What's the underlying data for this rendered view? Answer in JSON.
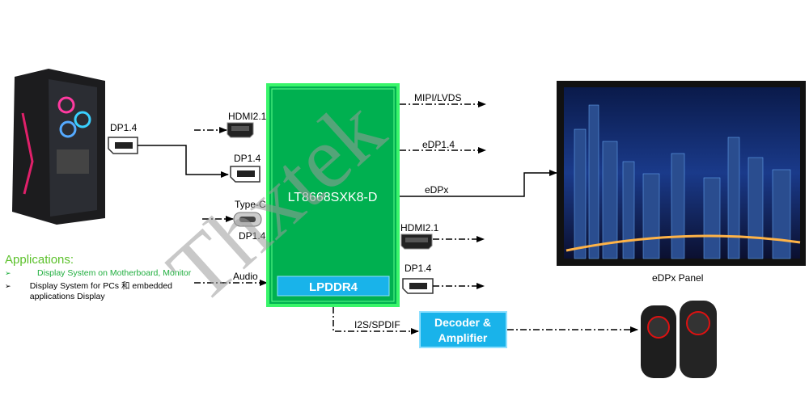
{
  "chip": {
    "name": "LT8668SXK8-D",
    "memory": "LPDDR4"
  },
  "inputs": {
    "source_port": "DP1.4",
    "hdmi": "HDMI2.1",
    "dp": "DP1.4",
    "typec": "Type-C",
    "typec_sub": "DP1.4",
    "audio": "Audio"
  },
  "outputs": {
    "mipi": "MIPI/LVDS",
    "edp": "eDP1.4",
    "edpx": "eDPx",
    "hdmi": "HDMI2.1",
    "dp": "DP1.4",
    "i2s": "I2S/SPDIF"
  },
  "decoder": {
    "line1": "Decoder &",
    "line2": "Amplifier"
  },
  "panel_label": "eDPx Panel",
  "watermark": "Thxtek",
  "applications": {
    "title": "Applications:",
    "items": [
      {
        "bullet": "➢",
        "text": "Display System on Motherboard, Monitor"
      },
      {
        "bullet": "➢",
        "text": "Display System for PCs 和 embedded applications Display"
      }
    ]
  },
  "colors": {
    "chip": "#00b050",
    "chip_border": "#39f56a",
    "accent_box": "#19b3ea",
    "applications": "#5cc12b"
  }
}
